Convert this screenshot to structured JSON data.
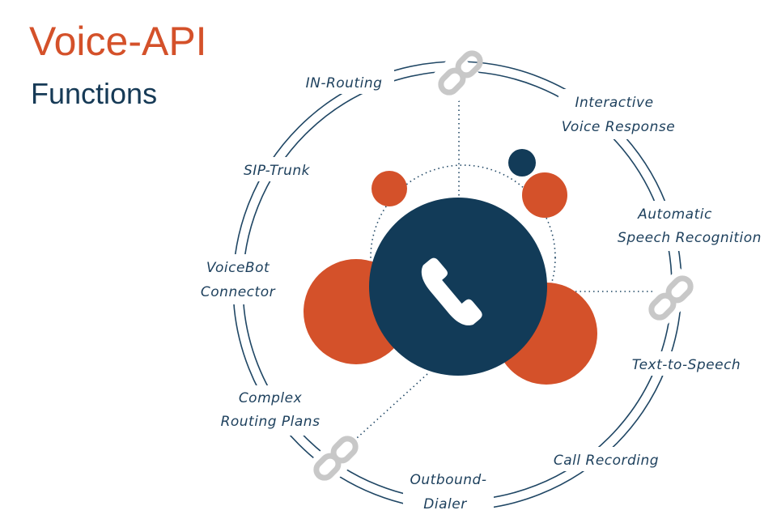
{
  "title": "Voice-API",
  "subtitle": "Functions",
  "colors": {
    "orange": "#d4512a",
    "navy": "#123b58",
    "ring": "#1f4664",
    "link": "#c8c8c8"
  },
  "center_icon": "phone-handset-icon",
  "link_icon": "chain-link-icon",
  "functions": {
    "in_routing": "IN-Routing",
    "ivr_line1": "Interactive",
    "ivr_line2": "Voice Response",
    "asr_line1": "Automatic",
    "asr_line2": "Speech Recognition",
    "sip_trunk": "SIP-Trunk",
    "voicebot_line1": "VoiceBot",
    "voicebot_line2": "Connector",
    "tts": "Text-to-Speech",
    "routing_line1": "Complex",
    "routing_line2": "Routing Plans",
    "call_recording": "Call Recording",
    "outbound_line1": "Outbound-",
    "outbound_line2": "Dialer"
  }
}
